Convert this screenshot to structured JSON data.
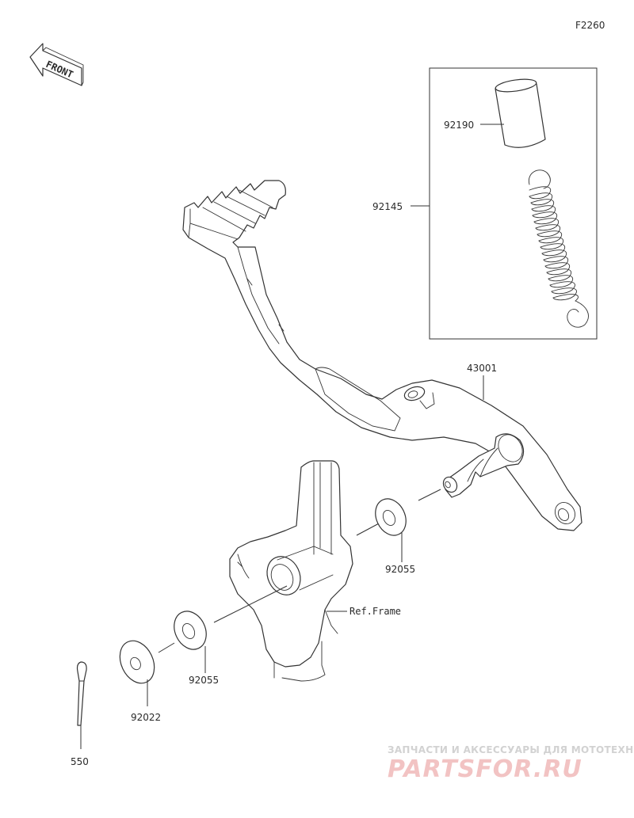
{
  "diagram": {
    "code": "F2260",
    "front_label": "FRONT",
    "ref_frame_label": "Ref.Frame",
    "parts": {
      "p92190": "92190",
      "p92145": "92145",
      "p43001": "43001",
      "p92055_upper": "92055",
      "p92055_lower": "92055",
      "p92022": "92022",
      "p550": "550"
    }
  },
  "watermark": {
    "line1": "ЗАПЧАСТИ И АКСЕССУАРЫ ДЛЯ МОТОТЕХНИКИ",
    "line2": "PARTSFOR.RU"
  }
}
